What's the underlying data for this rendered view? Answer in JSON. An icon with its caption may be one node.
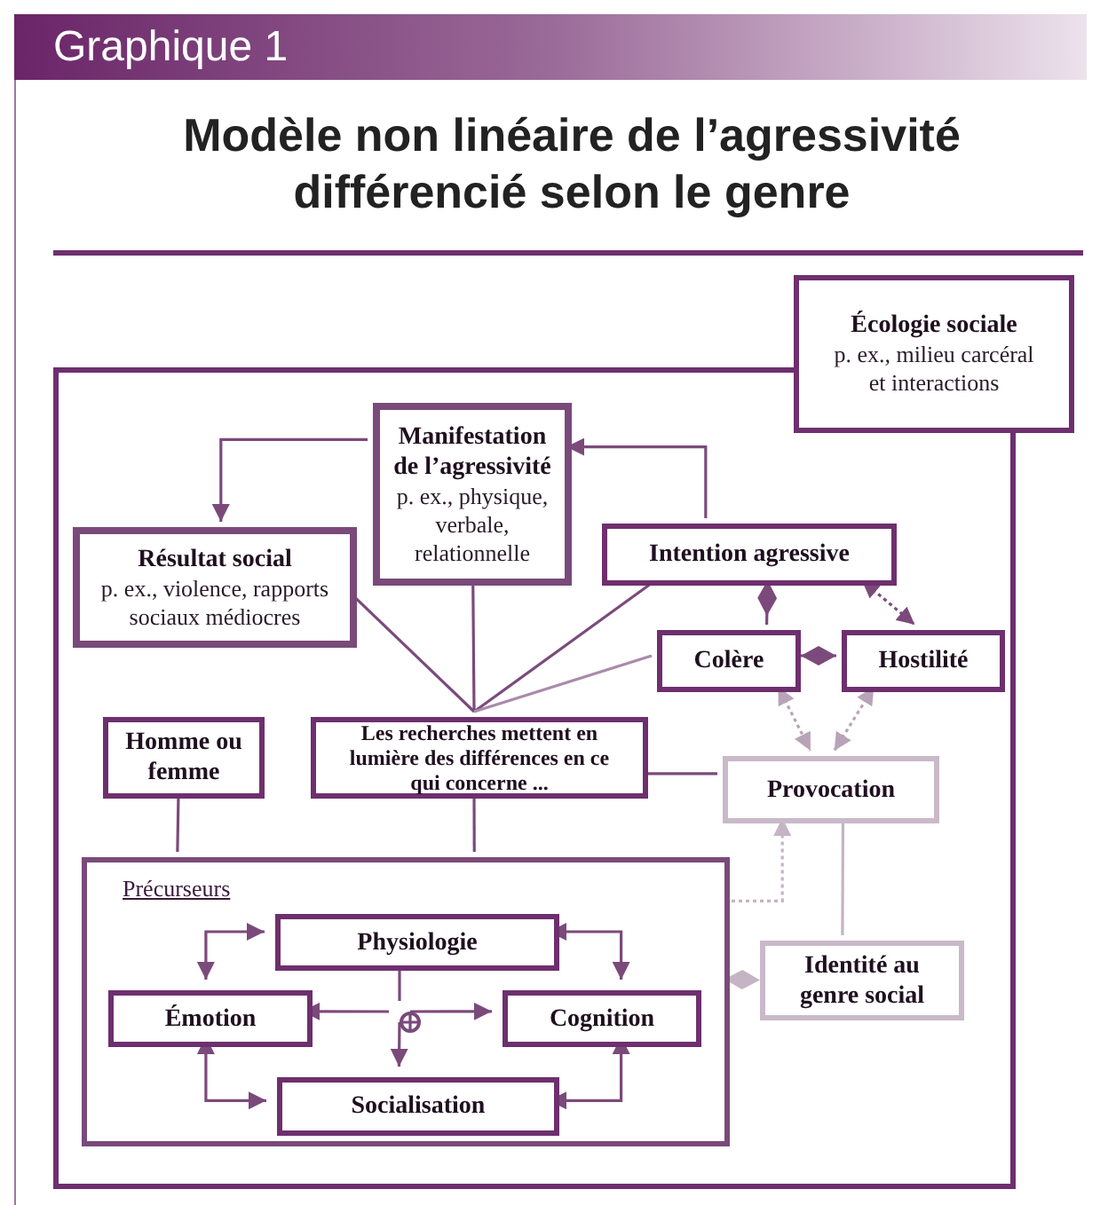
{
  "diagram": {
    "title": "Modèle non linéaire de l’agressivité différencié selon le genre",
    "nodes": [
      {
        "text": [
          "Écologie sociale",
          "p. ex., milieu carcéral et interactions"
        ]
      },
      {
        "text": [],
        "shape": "box"
      },
      {
        "text": [
          "Manifestation de l’agressivité",
          "p. ex., physique, verbale, relationnelle"
        ],
        "in": 1
      },
      {
        "text": [
          "Résultat social",
          "p. ex., violence, rapports sociaux médiocres"
        ],
        "in": 1
      },
      {
        "text": [
          "Intention agressive"
        ],
        "in": 1
      },
      {
        "text": [
          "Colère"
        ],
        "in": 1
      },
      {
        "text": [
          "Hostilité"
        ],
        "in": 1
      },
      {
        "text": [
          "Homme ou femme"
        ],
        "in": 1
      },
      {
        "text": [
          "Les recherches mettent en lumière des différences en ce qui concerne ..."
        ],
        "in": 1
      },
      {
        "text": [
          "Provocation"
        ],
        "in": 1
      },
      {
        "text": [
          "Précurseurs"
        ],
        "in": 1
      },
      {
        "text": [
          "Physiologie"
        ],
        "in": 10
      },
      {
        "text": [
          "Émotion"
        ],
        "in": 10
      },
      {
        "text": [
          "Cognition"
        ],
        "in": 10
      },
      {
        "text": [
          "Socialisation"
        ],
        "in": 10
      },
      {
        "text": [
          "Identité au genre social"
        ],
        "in": 1
      },
      {
        "text": [],
        "shape": "circle",
        "in": 10
      }
    ],
    "edges": [
      {
        "from": 2,
        "to": 3,
        "arrow": "to"
      },
      {
        "from": 4,
        "to": 2,
        "arrow": "to"
      },
      {
        "from": 3,
        "to": 8,
        "arrow": "none"
      },
      {
        "from": 2,
        "to": 8,
        "arrow": "none"
      },
      {
        "from": 4,
        "to": 8,
        "arrow": "none"
      },
      {
        "from": 5,
        "to": 8,
        "arrow": "none",
        "color": "#a98ba9"
      },
      {
        "from": 4,
        "to": 5,
        "arrow": "other"
      },
      {
        "from": 5,
        "to": 6,
        "arrow": "other"
      },
      {
        "from": 4,
        "to": 6,
        "arrow": "both",
        "style": "dashed"
      },
      {
        "from": 5,
        "to": 9,
        "arrow": "both",
        "style": "dashed",
        "color": "#b9a3b9"
      },
      {
        "from": 6,
        "to": 9,
        "arrow": "both",
        "style": "dashed",
        "color": "#b9a3b9"
      },
      {
        "from": 7,
        "to": 10,
        "arrow": "none"
      },
      {
        "from": 8,
        "to": 10,
        "arrow": "none"
      },
      {
        "from": 8,
        "to": 9,
        "arrow": "none"
      },
      {
        "from": 10,
        "to": 9,
        "arrow": "to",
        "style": "dashed",
        "color": "#c4b4c4"
      },
      {
        "from": 9,
        "to": 15,
        "arrow": "none",
        "color": "#c4b4c4"
      },
      {
        "from": 15,
        "to": 10,
        "arrow": "other",
        "color": "#c4b4c4"
      },
      {
        "from": 11,
        "to": 12,
        "arrow": "both"
      },
      {
        "from": 11,
        "to": 13,
        "arrow": "both"
      },
      {
        "from": 12,
        "to": 14,
        "arrow": "both"
      },
      {
        "from": 13,
        "to": 14,
        "arrow": "both"
      },
      {
        "from": 11,
        "to": 16,
        "arrow": "none"
      },
      {
        "from": 16,
        "to": 12,
        "arrow": "to"
      },
      {
        "from": 16,
        "to": 13,
        "arrow": "to"
      },
      {
        "from": 16,
        "to": 14,
        "arrow": "to"
      }
    ],
    "labels": [
      "Graphique 1"
    ]
  }
}
